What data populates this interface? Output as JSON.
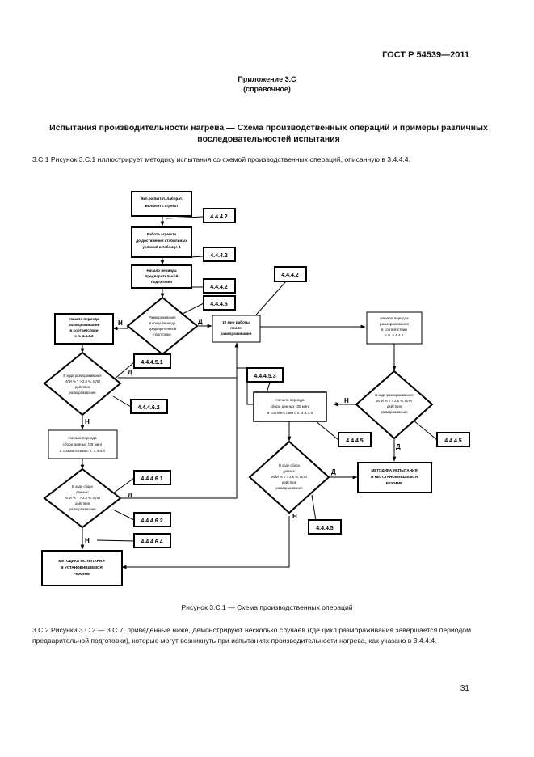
{
  "header": {
    "standard": "ГОСТ Р 54539—2011"
  },
  "appendix": {
    "title": "Приложение 3.С",
    "subtitle": "(справочное)"
  },
  "section_title": "Испытания производительности нагрева — Схема производственных операций и примеры различных последовательностей испытания",
  "paragraph_1": "3.С.1  Рисунок 3.С.1 иллюстрирует методику испытания со схемой производственных операций, описанную в 3.4.4.4.",
  "flowchart": {
    "boxes": {
      "b1": [
        "Вкл. испытат. лаборат.",
        "Включить агрегат"
      ],
      "b2": [
        "Работа агрегата",
        "до достижения стабильных",
        "условий в таблице 4"
      ],
      "b3": [
        "Начало периода",
        "предварительной",
        "подготовки"
      ],
      "b4": [
        "Начало периода",
        "размораживания",
        "в соответствии",
        "с п. 4.4.4.2"
      ],
      "b5": [
        "10 мин работы",
        "после",
        "размораживания"
      ],
      "b6": [
        "Начало периода",
        "размораживания",
        "в соответствии",
        "с п. 4.4.4.2"
      ],
      "b7": [
        "Начало периода",
        "сбора данных (30 мин)",
        "в соответствии с п. 4.4.4.4"
      ],
      "b8": [
        "Начало периода",
        "сбора данных (30 мин)",
        "в соответствии с п. 4.4.4.4"
      ],
      "b9": [
        "МЕТОДИКА ИСПЫТАНИЯ",
        "В НЕУСТАНОВИВШЕМСЯ",
        "РЕЖИМЕ"
      ],
      "b10": [
        "МЕТОДИКА ИСПЫТАНИЯ",
        "В УСТАНОВИВШЕМСЯ",
        "РЕЖИМЕ"
      ]
    },
    "diamonds": {
      "d1": [
        "Размораживание",
        "в конце периода",
        "предварительной",
        "подготовки"
      ],
      "d2": [
        "В ходе размораживания",
        "ИЛИ % T > 2,5 %, ИЛИ",
        "действия",
        "размораживания"
      ],
      "d3": [
        "В ходе сбора",
        "данных:",
        "ИЛИ % T > 2,5 %, ИЛИ",
        "действия",
        "размораживания"
      ],
      "d4": [
        "В ходе сбора",
        "данных:",
        "ИЛИ % T > 2,5 %, ИЛИ",
        "действия",
        "размораживания"
      ],
      "d5": [
        "В ходе размораживания",
        "ИЛИ % T > 2,5 %, ИЛИ",
        "действия",
        "размораживания"
      ]
    },
    "refs": {
      "r1": "4.4.4.2",
      "r2": "4.4.4.2",
      "r3": "4.4.4.2",
      "r4": "4.4.4.5",
      "r5": "4.4.4.2",
      "r6": "4.4.4.5.1",
      "r7": "4.4.4.6.2",
      "r8": "4.4.4.5.3",
      "r9": "4.4.4.5",
      "r10": "4.4.4.5",
      "r11": "4.4.4.6.1",
      "r12": "4.4.4.6.2",
      "r13": "4.4.4.6.4",
      "r14": "4.4.4.5"
    },
    "yes": "Д",
    "no": "Н"
  },
  "figure_caption": "Рисунок 3.С.1 — Схема производственных операций",
  "paragraph_2": "3.С.2  Рисунки 3.С.2 — 3.С.7, приведенные ниже, демонстрируют несколько случаев (где цикл размораживания завершается периодом предварительной подготовки), которые могут возникнуть при испытаниях производительности нагрева, как указано в 3.4.4.4.",
  "page_number": "31"
}
